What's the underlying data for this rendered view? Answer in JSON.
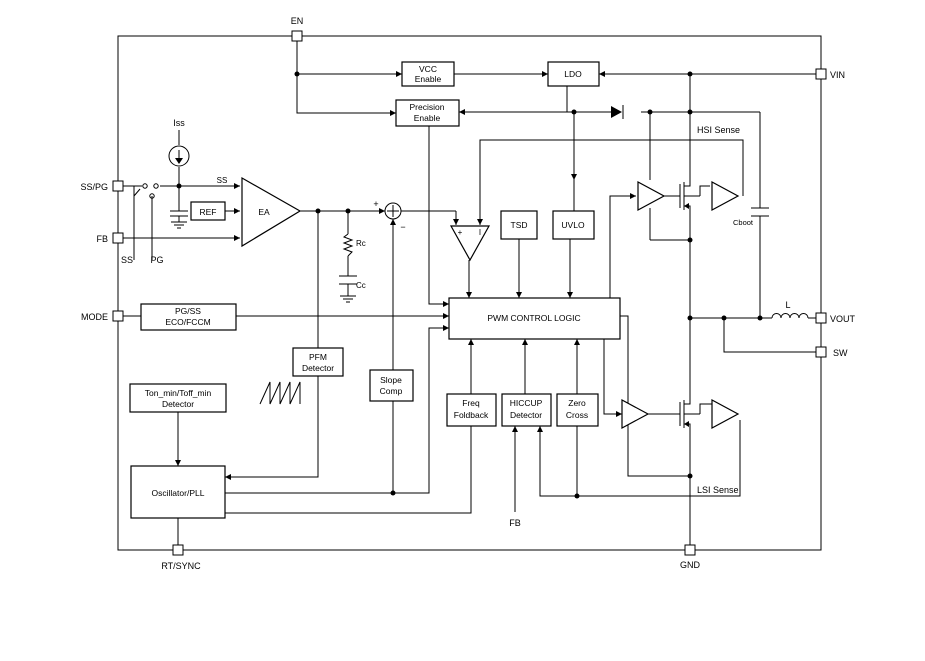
{
  "pins": {
    "en": "EN",
    "vin": "VIN",
    "ss_pg": "SS/PG",
    "fb": "FB",
    "mode": "MODE",
    "vout": "VOUT",
    "sw": "SW",
    "rt_sync": "RT/SYNC",
    "gnd": "GND",
    "fb_bottom": "FB"
  },
  "blocks": {
    "vcc_enable": [
      "VCC",
      "Enable"
    ],
    "ldo": "LDO",
    "precision_enable": [
      "Precision",
      "Enable"
    ],
    "ref": "REF",
    "ea": "EA",
    "tsd": "TSD",
    "uvlo": "UVLO",
    "pwm_control_logic": "PWM CONTROL LOGIC",
    "pg_ss": [
      "PG/SS",
      "ECO/FCCM"
    ],
    "pfm_detector": [
      "PFM",
      "Detector"
    ],
    "slope_comp": [
      "Slope",
      "Comp"
    ],
    "freq_foldback": [
      "Freq",
      "Foldback"
    ],
    "hiccup_detector": [
      "HICCUP",
      "Detector"
    ],
    "zero_cross": [
      "Zero",
      "Cross"
    ],
    "ton_toff": [
      "Ton_min/Toff_min",
      "Detector"
    ],
    "oscillator": "Oscillator/PLL"
  },
  "labels": {
    "iss": "Iss",
    "ss_sig": "SS",
    "ss_switch": "SS",
    "pg_switch": "PG",
    "rc": "Rc",
    "cc": "Cc",
    "hsi_sense": "HSI Sense",
    "lsi_sense": "LSI Sense",
    "cboot": "Cboot",
    "inductor": "L",
    "plus": "+",
    "minus": "−",
    "amp_plus": "+",
    "amp_minus": "I"
  }
}
